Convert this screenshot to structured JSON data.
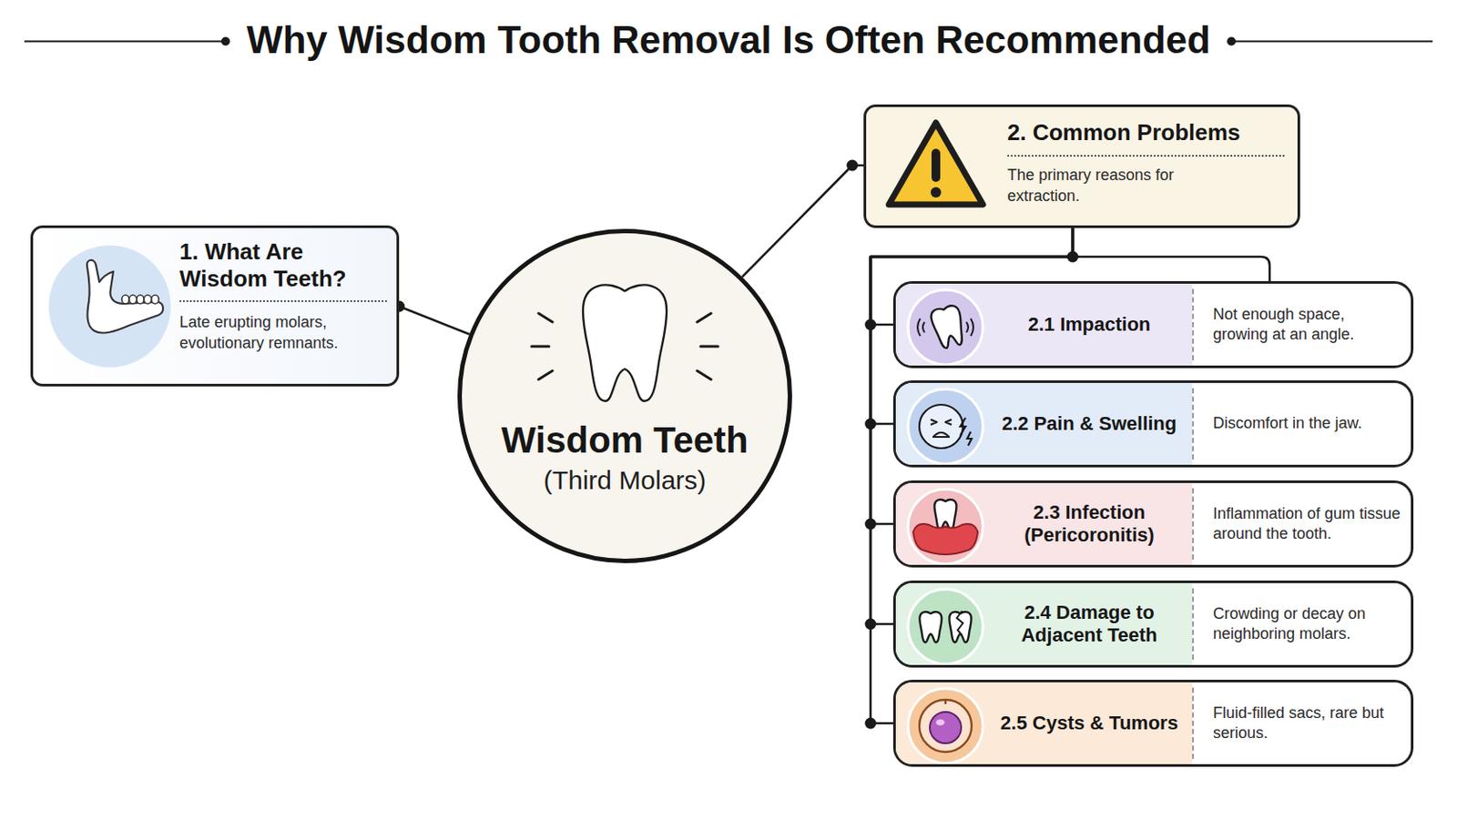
{
  "diagram": {
    "title": "Why Wisdom Tooth Removal Is Often Recommended",
    "nodes": [
      {
        "text": [
          "1. What Are Wisdom Teeth?",
          "Late erupting molars, evolutionary remnants."
        ]
      },
      {
        "text": [
          "Wisdom Teeth",
          "(Third Molars)"
        ]
      },
      {
        "text": [
          "2. Common Problems",
          "The primary reasons for extraction."
        ]
      },
      {
        "text": [
          "2.1 Impaction",
          "Not enough space, growing at an angle."
        ]
      },
      {
        "text": [
          "2.2 Pain & Swelling",
          "Discomfort in the jaw."
        ]
      },
      {
        "text": [
          "2.3 Infection (Pericoronitis)",
          "Inflammation of gum tissue around the tooth."
        ]
      },
      {
        "text": [
          "2.4 Damage to Adjacent Teeth",
          "Crowding or decay on neighboring molars."
        ]
      },
      {
        "text": [
          "2.5 Cysts & Tumors",
          "Fluid-filled sacs, rare but serious."
        ]
      }
    ],
    "edges": [
      {
        "from": 1,
        "to": 0,
        "arrow": "none"
      },
      {
        "from": 1,
        "to": 2,
        "arrow": "none"
      },
      {
        "from": 2,
        "to": 3,
        "arrow": "none"
      },
      {
        "from": 2,
        "to": 4,
        "arrow": "none"
      },
      {
        "from": 2,
        "to": 5,
        "arrow": "none"
      },
      {
        "from": 2,
        "to": 6,
        "arrow": "none"
      },
      {
        "from": 2,
        "to": 7,
        "arrow": "none"
      }
    ]
  }
}
